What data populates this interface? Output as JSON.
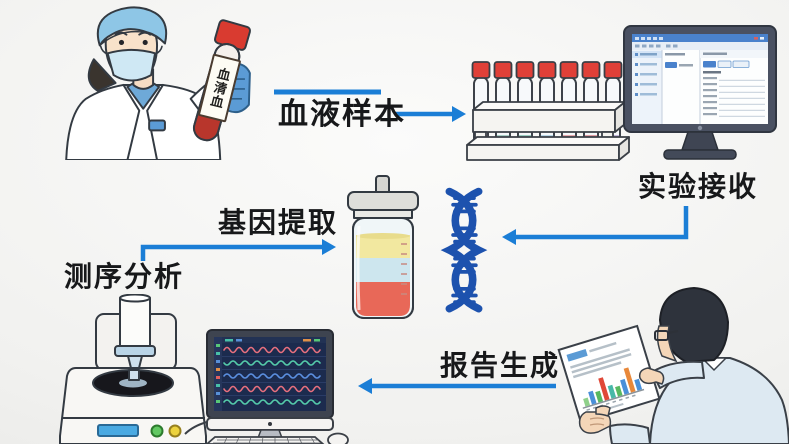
{
  "workflow": {
    "steps": [
      {
        "id": "blood-sample",
        "label": "血液样本"
      },
      {
        "id": "lab-reception",
        "label": "实验接收"
      },
      {
        "id": "gene-extraction",
        "label": "基因提取"
      },
      {
        "id": "sequencing-analysis",
        "label": "测序分析"
      },
      {
        "id": "report-generation",
        "label": "报告生成"
      }
    ]
  },
  "specimen_tube": {
    "label": "血清血"
  },
  "icons": {
    "nurse": "nurse-holding-blood-tube-illustration",
    "tube_rack": "test-tube-rack-illustration",
    "lims_monitor": "lab-computer-monitor-illustration",
    "extraction_jar": "separated-sample-jar-illustration",
    "dna": "dna-helix-icon",
    "sequencer": "sequencing-machine-illustration",
    "analysis_computer": "waveform-analysis-computer-illustration",
    "scientist_report": "scientist-reading-report-illustration",
    "flow_arrow": "blue-flow-arrow"
  },
  "colors": {
    "arrow_blue": "#1b7ed6",
    "dna_blue": "#1d52ae",
    "label_text": "#17181a",
    "tube_cap_red": "#d93b30",
    "analysis_screen_navy": "#1c2b4e",
    "lims_titlebar_blue": "#4a82cc"
  }
}
